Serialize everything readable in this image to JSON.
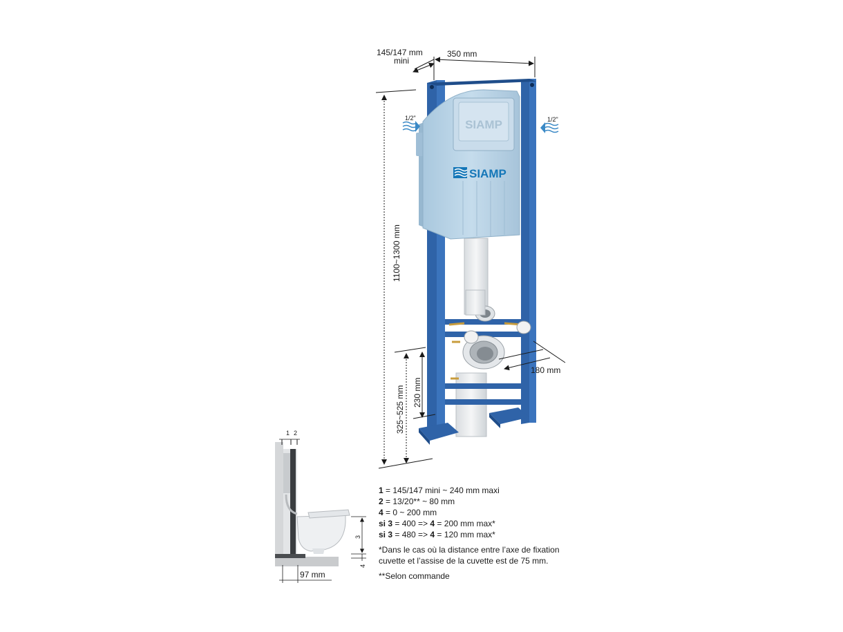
{
  "dimensions": {
    "depth_top": "145/147 mm",
    "depth_top_sub": "mini",
    "width": "350 mm",
    "height_total": "1100~1300 mm",
    "height_outlet": "325~525 mm",
    "height_fixing": "230 mm",
    "outlet_projection": "180 mm",
    "inlet_left": "1/2\"",
    "inlet_right": "1/2\"",
    "side_label_1": "1",
    "side_label_2": "2",
    "side_label_3": "3",
    "side_label_4": "4",
    "side_bottom": "97 mm"
  },
  "brand": {
    "name": "SIAMP",
    "plate_text": "SIAMP"
  },
  "notes": [
    {
      "label": "1",
      "text": " = 145/147 mini ~ 240 mm maxi"
    },
    {
      "label": "2",
      "text": " = 13/20** ~ 80 mm"
    },
    {
      "label": "4",
      "text": " = 0 ~ 200 mm"
    },
    {
      "label": "si 3",
      "text": " = 400 => ",
      "label2": "4",
      "text2": " = 200 mm max*"
    },
    {
      "label": "si 3",
      "text": " = 480 => ",
      "label2": "4",
      "text2": " = 120 mm max*"
    }
  ],
  "footnote_1_line1": "*Dans le cas où la distance entre l’axe de fixation",
  "footnote_1_line2": "cuvette et l’assise de la cuvette est de 75 mm.",
  "footnote_2": "**Selon commande",
  "colors": {
    "frame_blue": "#2f63a8",
    "frame_dark": "#1f4d8a",
    "tank_blue": "#b8d3e6",
    "brand_blue": "#1577b8"
  }
}
